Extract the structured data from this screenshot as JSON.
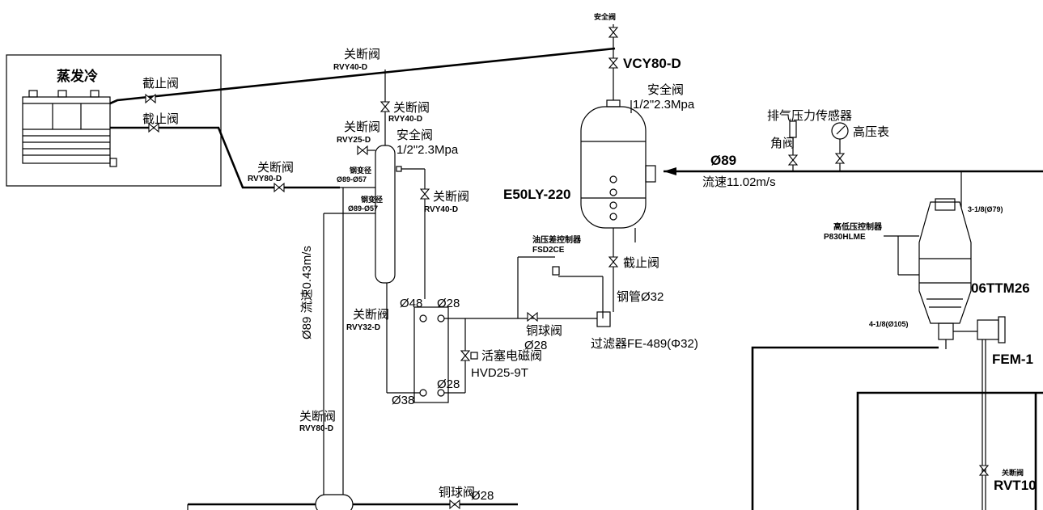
{
  "labels": {
    "evap_cond": "蒸发冷",
    "stop_valve_1": "截止阀",
    "stop_valve_2": "截止阀",
    "stop_valve_3": "截止阀",
    "shutoff_top": "关断阀",
    "shutoff_top_model": "RVY40-D",
    "safety_top": "安全阀",
    "vcy": "VCY80-D",
    "safety_tank": "安全阀",
    "safety_tank_spec": "1/2\"2.3Mpa",
    "shutoff_2": "关断阀",
    "shutoff_2_model": "RVY40-D",
    "shutoff_3": "关断阀",
    "shutoff_3_model": "RVY25-D",
    "safety_sep": "安全阀",
    "safety_sep_spec": "1/2\"2.3Mpa",
    "shutoff_4": "关断阀",
    "shutoff_4_model": "RVY80-D",
    "reducer_1": "钢变径",
    "reducer_1_spec": "Ø89-Ø57",
    "reducer_2": "钢变径",
    "reducer_2_spec": "Ø89-Ø57",
    "shutoff_5": "关断阀",
    "shutoff_5_model": "RVY40-D",
    "receiver": "E50LY-220",
    "disch_sensor": "排气压力传感器",
    "hp_gauge": "高压表",
    "angle_valve": "角阀",
    "pipe_89": "Ø89",
    "velocity_h": "流速11.02m/s",
    "conn_31_8": "3-1/8(Ø79)",
    "hlp_ctrl": "高低压控制器",
    "hlp_model": "P830HLME",
    "compressor": "06TTM26",
    "oil_ctrl": "油压差控制器",
    "oil_ctrl_model": "FSD2CE",
    "steel_pipe": "钢管Ø32",
    "velocity_v": "Ø89 流速0.43m/s",
    "shutoff_6": "关断阀",
    "shutoff_6_model": "RVY32-D",
    "d48": "Ø48",
    "d28_a": "Ø28",
    "d28_b": "Ø28",
    "d38": "Ø38",
    "d28_c": "Ø28",
    "cu_ball": "铜球阀",
    "solenoid": "活塞电磁阀",
    "solenoid_model": "HVD25-9T",
    "filter": "过滤器FE-489(Φ32)",
    "conn_41_8": "4-1/8(Ø105)",
    "fem": "FEM-1",
    "shutoff_7": "关断阀",
    "shutoff_7_model": "RVY80-D",
    "cu_ball_2": "铜球阀",
    "d28_d": "Ø28",
    "shutoff_8": "关断阀",
    "rvt": "RVT10"
  }
}
